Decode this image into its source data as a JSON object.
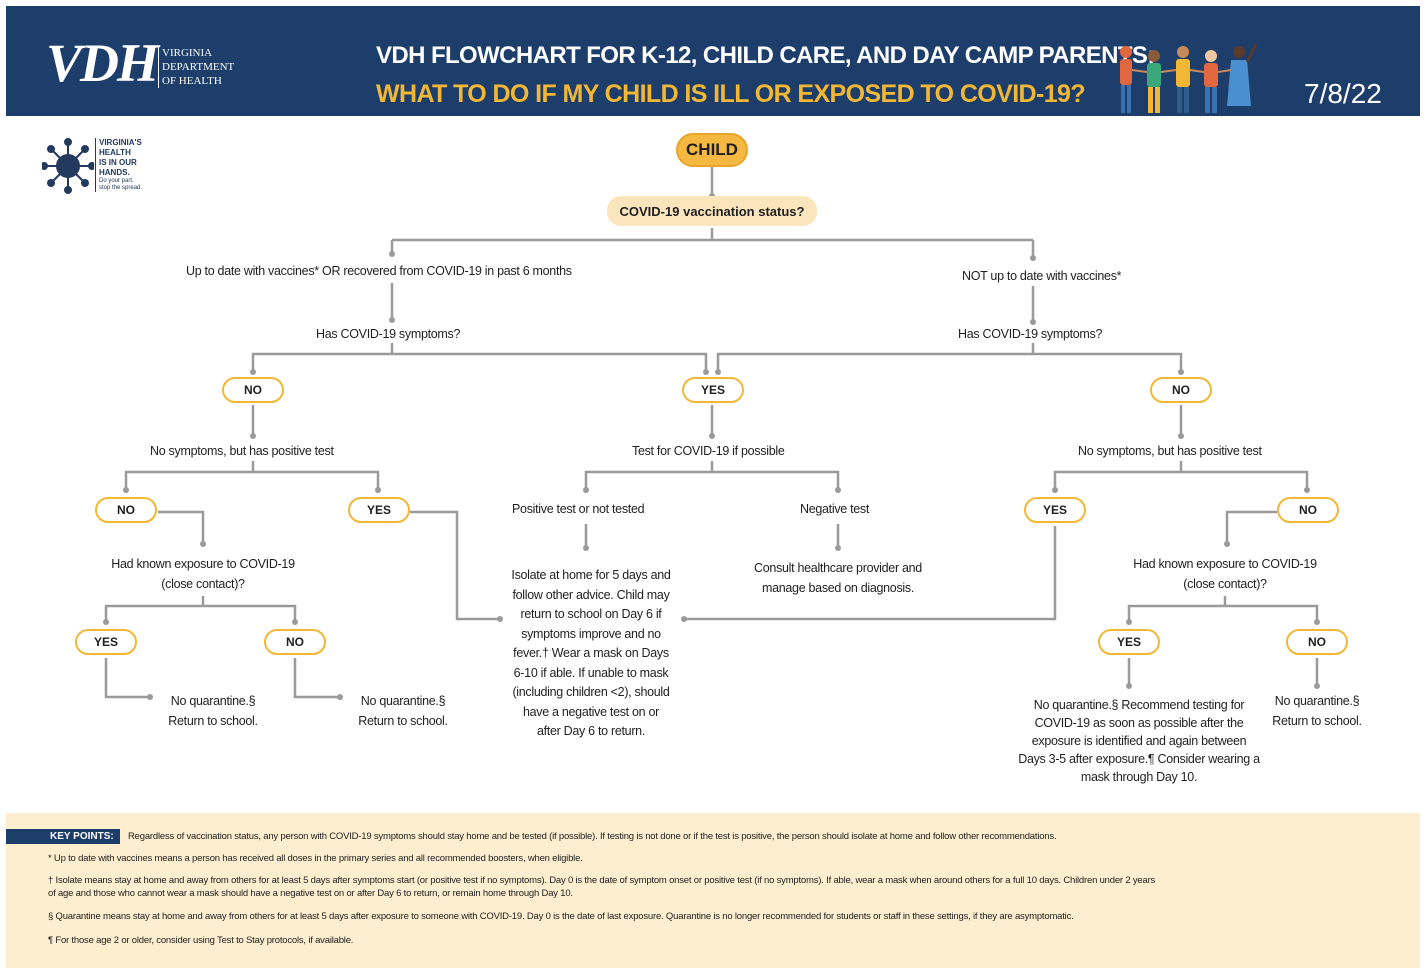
{
  "header": {
    "logo": "VDH",
    "dept": [
      "VIRGINIA",
      "DEPARTMENT",
      "OF HEALTH"
    ],
    "title_line1": "VDH FLOWCHART FOR K-12, CHILD CARE, AND DAY CAMP PARENTS:",
    "title_line2": "WHAT TO DO IF MY CHILD IS ILL OR EXPOSED TO COVID-19?",
    "date": "7/8/22"
  },
  "slogan": [
    "VIRGINIA'S",
    "HEALTH",
    "IS IN OUR",
    "HANDS."
  ],
  "slogan_small": [
    "Do your part,",
    "stop the spread."
  ],
  "flow": {
    "child": "CHILD",
    "vacc_q": "COVID-19 vaccination status?",
    "left_branch": "Up to date with vaccines* OR recovered from COVID-19 in past 6 months",
    "right_branch": "NOT up to date with vaccines*",
    "sym_q": "Has COVID-19 symptoms?",
    "no": "NO",
    "yes": "YES",
    "pos_test_q": "No symptoms, but has positive test",
    "test_if_possible": "Test for COVID-19 if possible",
    "pos_or_not": "Positive test or not tested",
    "neg_test": "Negative test",
    "exposure_q": "Had known exposure to COVID-19 (close contact)?",
    "no_quarantine": "No quarantine.§ Return to school.",
    "isolate": "Isolate at home for 5 days and follow other advice. Child may return to school on Day 6 if symptoms improve and no fever.† Wear a mask on Days 6-10 if able. If unable to mask (including children <2), should have a negative test on or after Day 6 to return.",
    "consult": "Consult healthcare provider and manage based on diagnosis.",
    "recommend": "No quarantine.§ Recommend testing for COVID-19 as soon as possible after the exposure is identified and again between Days 3-5 after exposure.¶ Consider wearing a mask through Day 10."
  },
  "footer": {
    "key_points_label": "KEY POINTS:",
    "key_points": "Regardless of vaccination status, any person with COVID-19 symptoms should stay home and be tested (if possible). If testing is not done or if the test is positive, the person should isolate at home and follow other recommendations.",
    "note1": "* Up to date with vaccines means a person has received all doses in the primary series and all recommended boosters, when eligible.",
    "note2a": "† Isolate means stay at home and away from others for at least 5 days after symptoms start (or positive test if no symptoms). Day 0 is the date of symptom onset or positive test (if no symptoms). If able, wear a mask when around others for a full 10 days. Children under 2 years",
    "note2b": "of age and those who cannot wear a mask should have a negative test on or after Day 6 to return, or remain home through Day 10.",
    "note3": "§ Quarantine means stay at home and away from others for at least 5 days after exposure to someone with COVID-19. Day 0 is the date of last exposure. Quarantine is no longer recommended for students or staff in these settings, if they are asymptomatic.",
    "note4": "¶ For those age 2 or older, consider using Test to Stay protocols, if available."
  }
}
